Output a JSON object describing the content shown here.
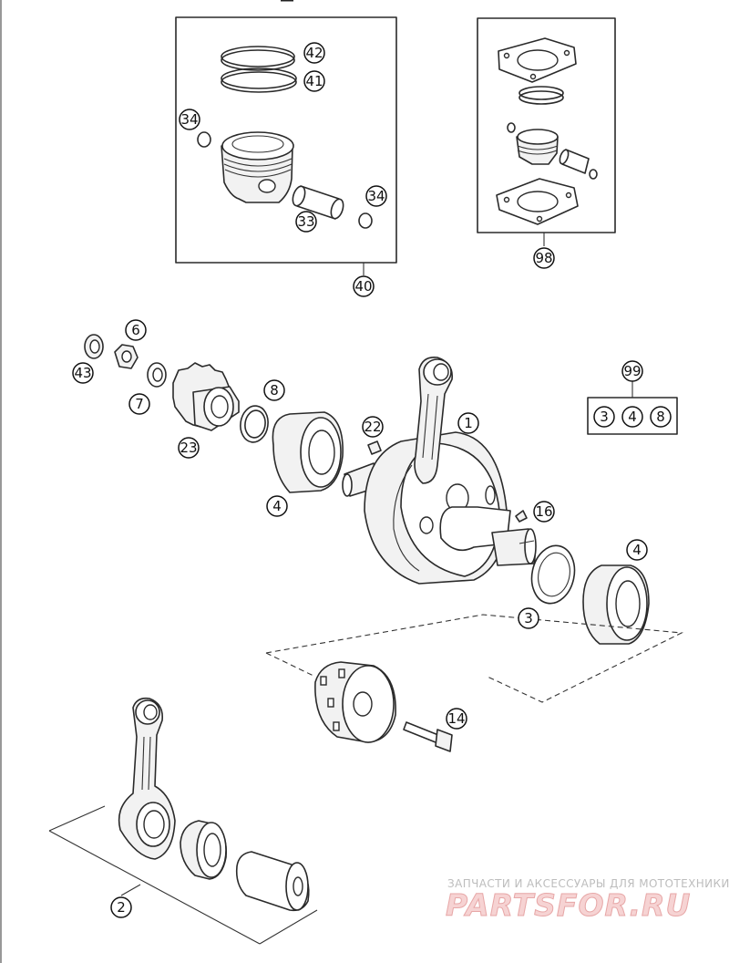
{
  "callouts": {
    "c42": "42",
    "c41": "41",
    "c34a": "34",
    "c34b": "34",
    "c33": "33",
    "c40": "40",
    "c98": "98",
    "c99": "99",
    "c99_3": "3",
    "c99_4": "4",
    "c99_8": "8",
    "c6": "6",
    "c43": "43",
    "c7": "7",
    "c23": "23",
    "c8": "8",
    "c22": "22",
    "c1": "1",
    "c4a": "4",
    "c16": "16",
    "c4b": "4",
    "c3": "3",
    "c14": "14",
    "c2": "2"
  },
  "watermark": {
    "tagline": "ЗАПЧАСТИ И АКСЕССУАРЫ ДЛЯ МОТОТЕХНИКИ",
    "brand": "PARTSFOR.RU"
  }
}
